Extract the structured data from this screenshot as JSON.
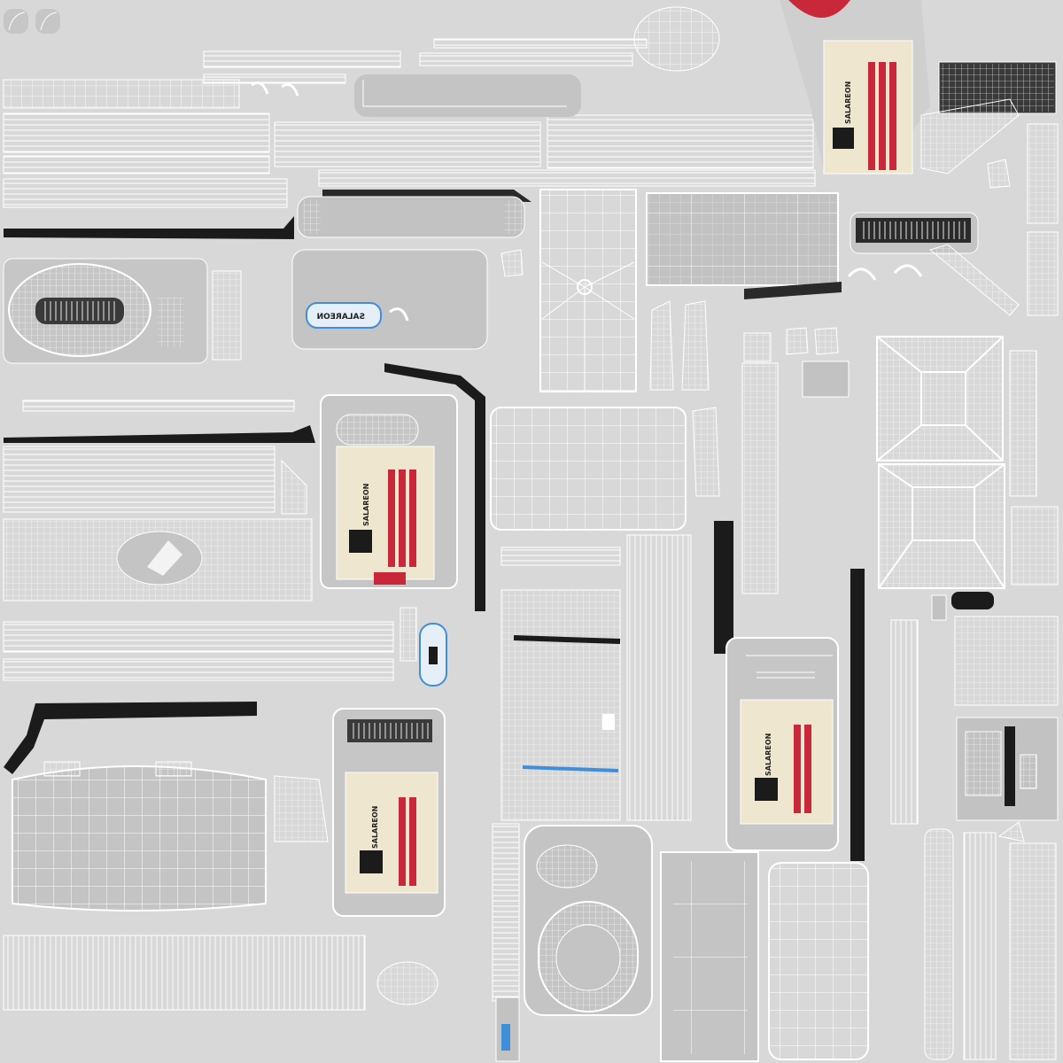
{
  "atlas": {
    "colors": {
      "background": "#d8d8d8",
      "island": "#c9c9c9",
      "panel": "#bdbdbd",
      "wire": "#ffffff",
      "dark_strip": "#1b1b1b",
      "facade": "#efe6cf",
      "stripe": "#c9283a",
      "accent_blue": "#3f8fd8"
    },
    "facade_labels": [
      "SALAREON",
      "SALAREON",
      "SALAREON",
      "SALAREON"
    ],
    "mirrored_label": "SALAREON"
  }
}
